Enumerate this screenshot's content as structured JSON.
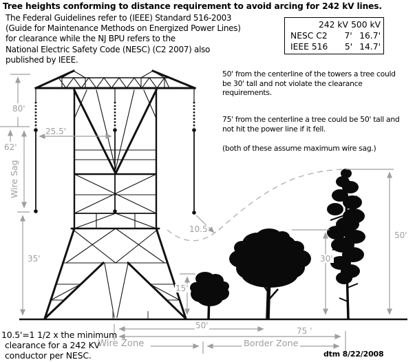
{
  "title": "Tree heights conforming to distance requirement to avoid arcing for 242 kV lines.",
  "intro_lines": [
    "The Federal Guidelines refer to (IEEE) Standard 516-2003",
    "(Guide for Maintenance Methods on Energized Power Lines)",
    "for clearance while the NJ BPU refers to the",
    "National Electric Safety Code (NESC) (C2 2007) also",
    "published by IEEE."
  ],
  "clearance_table": {
    "headers": [
      "242 kV",
      "500 kV"
    ],
    "rows": [
      {
        "label": "NESC C2",
        "v242": "7'",
        "v500": "16.7'"
      },
      {
        "label": "IEEE 516",
        "v242": "5'",
        "v500": "14.7'"
      }
    ]
  },
  "notes": {
    "note1_lines": [
      "50' from the centerline of the towers a tree could",
      "be 30' tall and not violate the clearance",
      "requirements."
    ],
    "note2_lines": [
      "75' from the centerline a tree could be 50' tall and",
      "not hit the power line if it fell."
    ],
    "note3": "(both of these assume maximum wire sag.)"
  },
  "dimensions": {
    "tower_height": "80'",
    "attach_height": "62'",
    "wire_sag": "Wire Sag",
    "phase_spacing": "25.5'",
    "low_wire_height": "35'",
    "small_tree": "15'",
    "medium_tree": "30'",
    "tall_tree": "50'",
    "clearance_radius": "10.5",
    "dist_to_30ft_tree": "50'",
    "dist_to_50ft_tree": "75 '"
  },
  "zones": {
    "wire_zone": "Wire Zone",
    "border_zone": "Border Zone"
  },
  "footnote_lines": [
    "10.5'=1 1/2 x the minimum",
    "clearance for a 242 KV",
    "conductor per NESC."
  ],
  "credit": "dtm 8/22/2008",
  "colors": {
    "ink": "#111111",
    "dimension_gray": "#9e9e9e",
    "curve_gray": "#b3b3b3"
  }
}
